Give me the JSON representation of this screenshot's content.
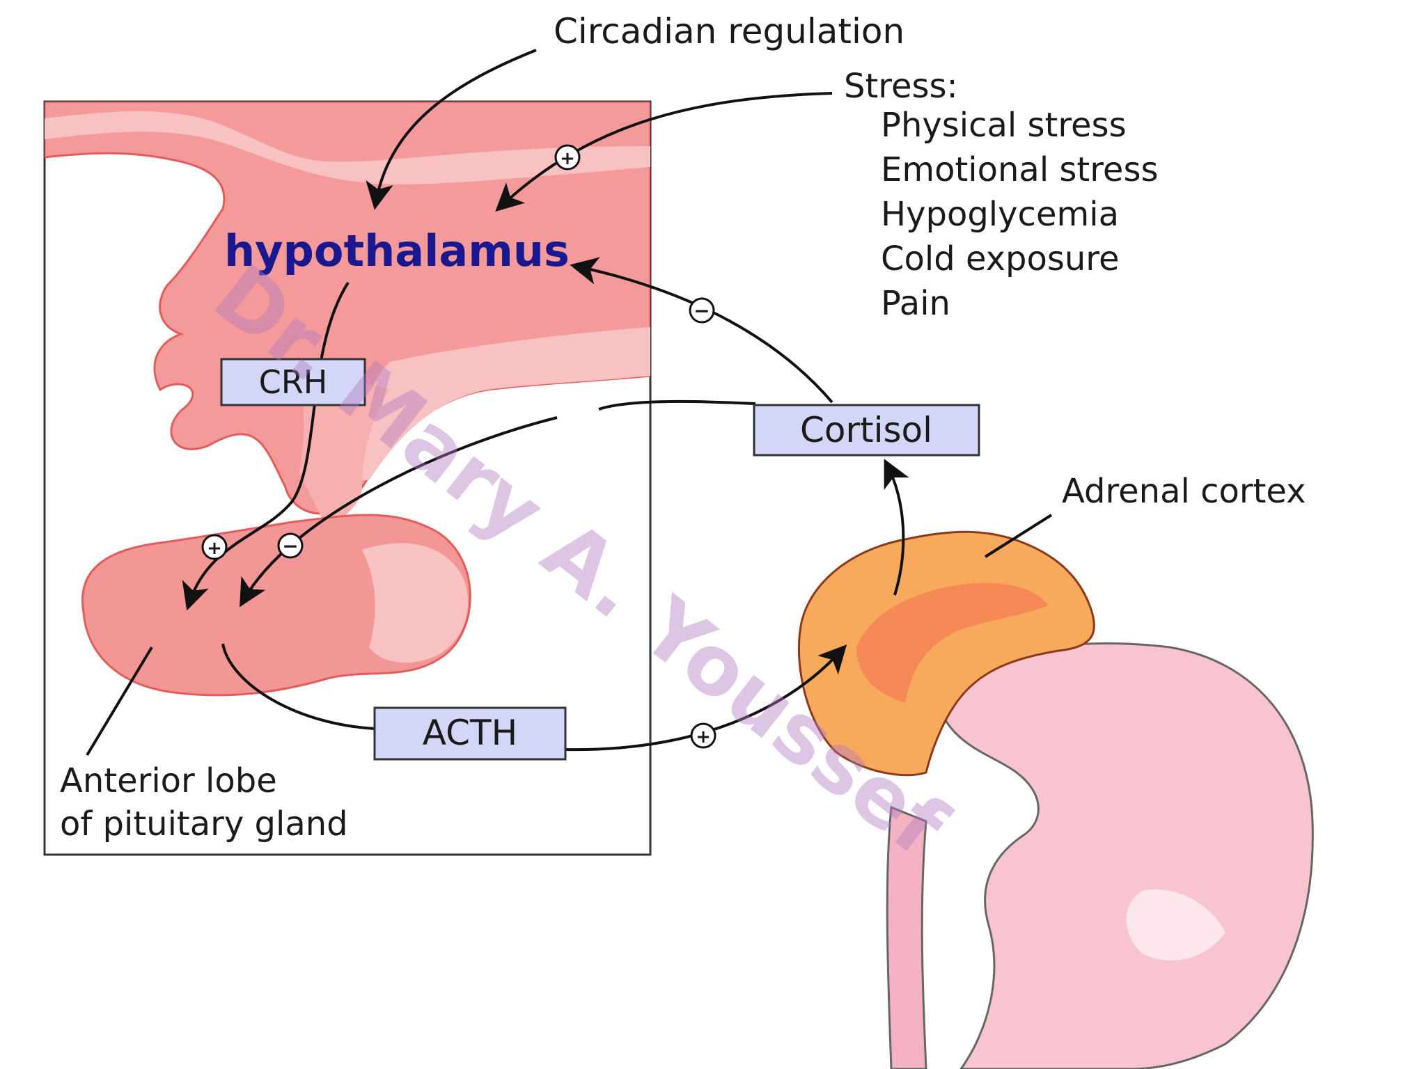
{
  "labels": {
    "circadian": "Circadian regulation",
    "stress_title": "Stress:",
    "stress_items": [
      "Physical stress",
      "Emotional stress",
      "Hypoglycemia",
      "Cold exposure",
      "Pain"
    ],
    "hypothalamus": "hypothalamus",
    "crh": "CRH",
    "cortisol": "Cortisol",
    "acth": "ACTH",
    "adrenal_cortex": "Adrenal cortex",
    "anterior_line1": "Anterior lobe",
    "anterior_line2": "of pituitary gland",
    "watermark": "Dr. Mary A. Youssef"
  },
  "signs": {
    "stress_input": "+",
    "cortisol_to_hypothalamus": "−",
    "crh_to_pituitary": "+",
    "cortisol_to_pituitary": "−",
    "acth_to_adrenal": "+"
  },
  "colors": {
    "hypothalamus_tissue": "#f59a9a",
    "light_pink": "#f9c2c2",
    "pituitary": "#f39696",
    "adrenal_orange": "#f7a95c",
    "kidney_pink": "#f8c4d0",
    "label_box_fill": "#d2d6f7",
    "hypothalamus_label": "#1a1890",
    "watermark": "#b07ac0"
  }
}
